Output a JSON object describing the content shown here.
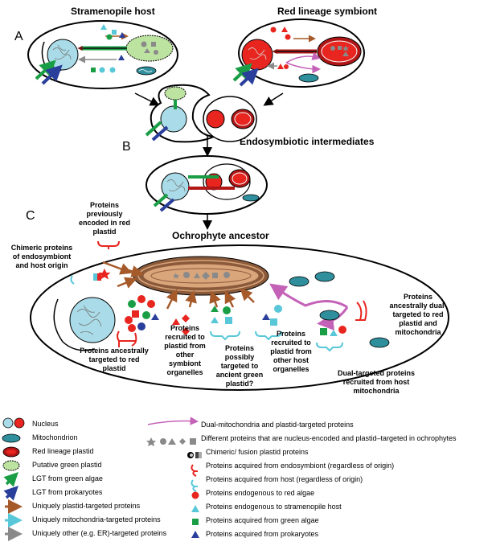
{
  "panels": {
    "a": "A",
    "b": "B",
    "c": "C"
  },
  "titles": {
    "host": "Stramenopile host",
    "symbiont": "Red lineage symbiont",
    "intermediates": "Endosymbiotic intermediates",
    "ancestor": "Ochrophyte ancestor"
  },
  "annotations": {
    "prev_encoded": [
      "Proteins",
      "previously",
      "encoded in red",
      "plastid"
    ],
    "chimeric": [
      "Chimeric proteins",
      "of endosymbiont",
      "and host origin"
    ],
    "ancestral_red": [
      "Proteins ancestrally",
      "targeted to red",
      "plastid"
    ],
    "recruited_symbiont": [
      "Proteins",
      "recruited to",
      "plastid from",
      "other",
      "symbiont",
      "organelles"
    ],
    "possibly_green": [
      "Proteins",
      "possibly",
      "targeted to",
      "ancient green",
      "plastid?"
    ],
    "recruited_host": [
      "Proteins",
      "recruited to",
      "plastid from",
      "other host",
      "organelles"
    ],
    "dual_red": [
      "Proteins",
      "ancestrally dual-",
      "targeted to red",
      "plastid and",
      "mitochondria"
    ],
    "dual_host": [
      "Dual-targeted proteins",
      "recruited from host",
      "mitochondria"
    ]
  },
  "legend_left": [
    {
      "key": "nucleus",
      "label": "Nucleus"
    },
    {
      "key": "mito",
      "label": "Mitochondrion"
    },
    {
      "key": "redplastid",
      "label": "Red lineage plastid"
    },
    {
      "key": "greenplastid",
      "label": "Putative green plastid"
    },
    {
      "key": "lgt_green",
      "label": "LGT from green algae"
    },
    {
      "key": "lgt_prok",
      "label": "LGT from prokaryotes"
    },
    {
      "key": "arrow_plastid",
      "label": "Uniquely plastid-targeted proteins"
    },
    {
      "key": "arrow_mito",
      "label": "Uniquely mitochondria-targeted proteins"
    },
    {
      "key": "arrow_other",
      "label": "Uniquely other (e.g. ER)-targeted proteins"
    }
  ],
  "legend_right": [
    {
      "key": "dual",
      "label": "Dual-mitochondria and plastid-targeted proteins"
    },
    {
      "key": "shapes",
      "label": "Different proteins that are nucleus-encoded and plastid–targeted in ochrophytes"
    },
    {
      "key": "chimeric",
      "label": "Chimeric/ fusion plastid proteins"
    },
    {
      "key": "red_bracket",
      "label": "Proteins acquired from endosymbiont (regardless of origin)"
    },
    {
      "key": "cyan_bracket",
      "label": "Proteins acquired from host (regardless of origin)"
    },
    {
      "key": "red_circle",
      "label": "Proteins endogenous to red algae"
    },
    {
      "key": "cyan_tri",
      "label": "Proteins endogenous to stramenopile host"
    },
    {
      "key": "green_sq",
      "label": "Proteins acquired from green algae"
    },
    {
      "key": "blue_tri",
      "label": "Proteins acquired from prokaryotes"
    }
  ],
  "colors": {
    "nucleus": "#a9dce8",
    "mito": "#2f8f9c",
    "red": "#e8251f",
    "darkred": "#b01616",
    "green": "#1a9e45",
    "lightgreen": "#bde3a1",
    "blue": "#2a3f9b",
    "brown": "#a65a2a",
    "cyan": "#58c8d8",
    "gray": "#8a8a8a",
    "magenta": "#c462b8",
    "plastid_brown": "#d9a57b"
  }
}
